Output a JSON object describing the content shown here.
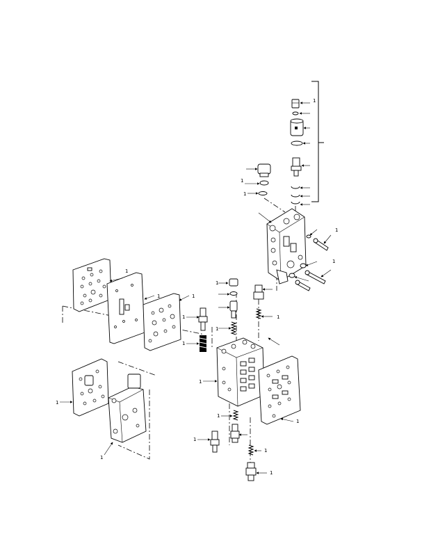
{
  "callouts": [
    "1",
    "1",
    "1",
    "1",
    "1",
    "1",
    "1",
    "1",
    "1",
    "1",
    "1",
    "1",
    "1",
    "1",
    "1",
    "1",
    "1",
    "1",
    "1",
    "1",
    "1"
  ]
}
